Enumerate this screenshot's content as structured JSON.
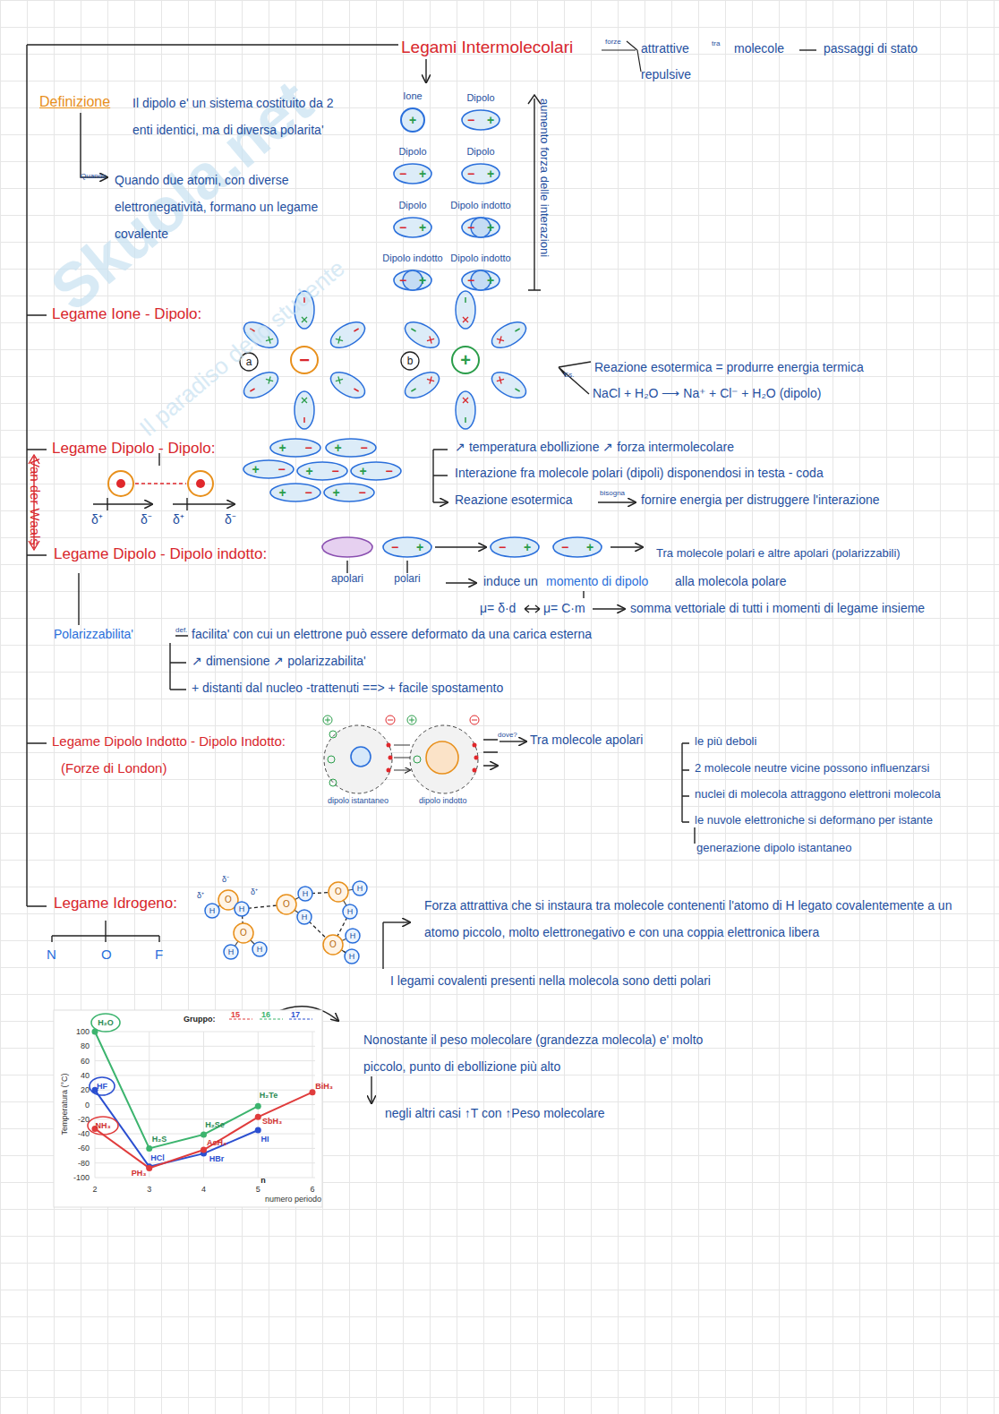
{
  "diagram": {
    "title": "Legami Intermolecolari",
    "nodes": [
      {
        "text": [
          "Ione",
          "+"
        ]
      },
      {
        "text": [
          "Dipolo",
          "−",
          "+"
        ]
      },
      {
        "text": [
          "Dipolo",
          "−",
          "+"
        ]
      },
      {
        "text": [
          "Dipolo",
          "−",
          "+"
        ]
      },
      {
        "text": [
          "Dipolo",
          "−",
          "+"
        ]
      },
      {
        "text": [
          "Dipolo indotto",
          "−",
          "+"
        ]
      },
      {
        "text": [
          "Dipolo indotto",
          "−",
          "+"
        ]
      },
      {
        "text": [
          "Dipolo indotto",
          "−",
          "+"
        ]
      },
      {
        "text": [
          "−"
        ]
      },
      {
        "text": [
          "+"
        ]
      },
      {
        "text": [
          "+",
          "−"
        ]
      },
      {
        "text": [
          "+",
          "−"
        ]
      },
      {
        "text": [
          "+",
          "−"
        ]
      },
      {
        "text": [
          "+",
          "−"
        ]
      },
      {
        "text": [
          "+",
          "−"
        ]
      },
      {
        "text": [
          "+",
          "−"
        ]
      },
      {
        "text": [
          "+",
          "−"
        ]
      },
      {
        "text": [
          "apolari"
        ]
      },
      {
        "text": [
          "−",
          "+",
          "polari"
        ]
      },
      {
        "text": [
          "−",
          "+"
        ]
      },
      {
        "text": [
          "−",
          "+"
        ]
      }
    ],
    "edges": [
      {
        "from": 18,
        "to": 19,
        "arrow": "to"
      }
    ],
    "labels": [
      "forze",
      "attrattive",
      "tra",
      "molecole",
      "passaggi di stato",
      "repulsive",
      "Definizione",
      "Il dipolo e' un sistema costituito da 2 enti identici, ma di diversa polarita'",
      "Quando",
      "Quando due atomi, con diverse elettronegatività, formano un legame covalente",
      "aumento forza delle interazioni",
      "Legame Ione - Dipolo:",
      "a",
      "b",
      "Reazione esotermica = produrre energia termica",
      "Es.",
      "NaCl + H₂O ⟶ Na⁺ + Cl⁻ + H₂O (dipolo)",
      "Legame Dipolo - Dipolo:",
      "Van der Waals",
      "δ⁺",
      "δ⁻",
      "δ⁺",
      "δ⁻",
      "↗ temperatura ebollizione ↗ forza intermolecolare",
      "Interazione fra molecole polari (dipoli) disponendosi in testa - coda",
      "Reazione esotermica",
      "bisogna",
      "fornire energia per distruggere l'interazione",
      "Legame Dipolo - Dipolo indotto:",
      "Tra molecole polari e altre apolari (polarizzabili)",
      "induce un",
      "momento di dipolo",
      "alla molecola polare",
      "μ= δ·d",
      "μ= C·m",
      "somma vettoriale di tutti i momenti di legame insieme",
      "Polarizzabilita'",
      "def.",
      "facilita' con cui un elettrone può essere deformato da una carica esterna",
      "↗ dimensione ↗ polarizzabilita'",
      "+ distanti dal nucleo -trattenuti ==> + facile spostamento",
      "Legame Dipolo Indotto - Dipolo Indotto:",
      "(Forze di London)",
      "dipolo istantaneo",
      "dipolo indotto",
      "dove?",
      "Tra molecole apolari",
      "le più deboli",
      "2 molecole neutre vicine possono influenzarsi",
      "nuclei di molecola attraggono elettroni molecola",
      "le nuvole elettroniche si deformano per istante",
      "generazione dipolo istantaneo",
      "Legame Idrogeno:",
      "N",
      "O",
      "F",
      "O",
      "H",
      "H",
      "O",
      "H",
      "H",
      "O",
      "H",
      "H",
      "O",
      "H",
      "H",
      "O",
      "H",
      "H",
      "δ⁻",
      "δ⁺",
      "δ⁺",
      "Forza attrattiva che si instaura tra molecole contenenti l'atomo di H legato covalentemente a un atomo piccolo, molto elettronegativo e con una coppia elettronica libera",
      "I legami covalenti presenti nella molecola sono detti polari",
      "Nonostante il peso molecolare (grandezza molecola) e' molto piccolo, punto di ebollizione più alto",
      "negli altri casi ↑T con ↑Peso molecolare",
      "Gruppo:",
      "15",
      "16",
      "17",
      "100",
      "80",
      "60",
      "40",
      "20",
      "0",
      "-20",
      "-40",
      "-60",
      "-80",
      "-100",
      "2",
      "3",
      "4",
      "5",
      "6",
      "Temperatura (°C)",
      "n",
      "numero periodo",
      "H₂O",
      "HF",
      "NH₃",
      "H₂S",
      "H₂Se",
      "H₂Te",
      "HCl",
      "HBr",
      "HI",
      "PH₃",
      "AsH₃",
      "SbH₃",
      "BiH₃",
      "Skuola.net",
      "Il paradiso dello studente"
    ]
  }
}
